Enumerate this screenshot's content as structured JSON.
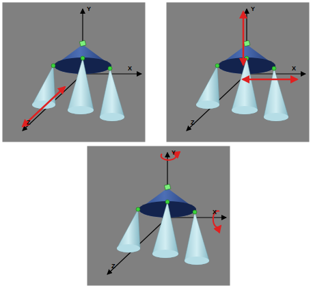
{
  "diagram": {
    "labels": [
      "Y",
      "X",
      "Z",
      "Y",
      "X",
      "Z",
      "Y",
      "X",
      "Z"
    ]
  }
}
